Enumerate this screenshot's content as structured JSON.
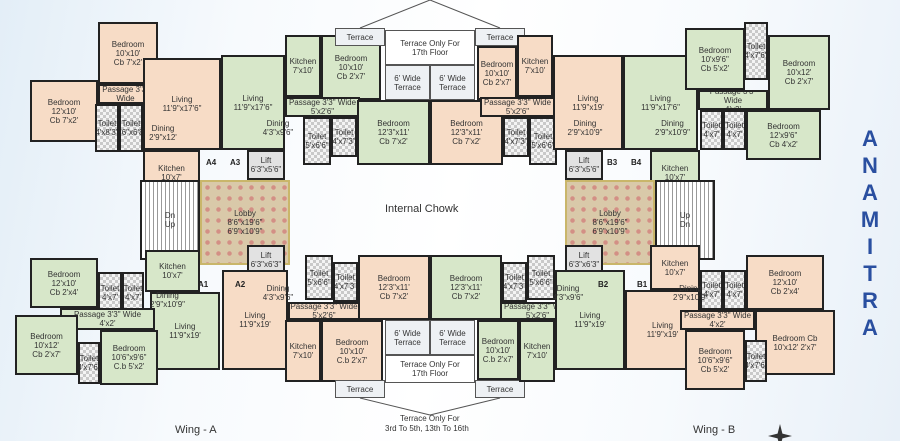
{
  "rooms": [
    {
      "label": "Bedroom",
      "size": "10'x10'",
      "extra": "Cb 7'x2'",
      "tone": "peach"
    },
    {
      "label": "Bedroom",
      "size": "12'x10'",
      "extra": "Cb 7'x2'",
      "tone": "peach"
    },
    {
      "label": "Passage 3'3\" Wide",
      "size": "",
      "extra": "",
      "tone": "peach"
    },
    {
      "label": "Toilet",
      "size": "4'x8'3\"",
      "extra": "",
      "tone": "toilet"
    },
    {
      "label": "Toilet",
      "size": "4'6\"x6'8\"",
      "extra": "",
      "tone": "toilet"
    },
    {
      "label": "Living",
      "size": "11'9\"x17'6\"",
      "extra": "",
      "tone": "peach"
    },
    {
      "label": "Dining",
      "size": "2'9\"x12'",
      "extra": "",
      "tone": "none"
    },
    {
      "label": "Kitchen",
      "size": "10'x7'",
      "extra": "",
      "tone": "peach"
    },
    {
      "label": "Living",
      "size": "11'9\"x17'6\"",
      "extra": "",
      "tone": "green"
    },
    {
      "label": "Dining",
      "size": "4'3\"x9'6\"",
      "extra": "",
      "tone": "none"
    },
    {
      "label": "Kitchen",
      "size": "7'x10'",
      "extra": "",
      "tone": "green"
    },
    {
      "label": "Bedroom",
      "size": "10'x10'",
      "extra": "Cb 2'x7'",
      "tone": "green"
    },
    {
      "label": "Passage 3'3\" Wide",
      "size": "5'x2'6\"",
      "extra": "",
      "tone": "green"
    },
    {
      "label": "Toilet",
      "size": "5'x6'6\"",
      "extra": "",
      "tone": "toilet"
    },
    {
      "label": "Toilet",
      "size": "4'x7'3\"",
      "extra": "",
      "tone": "toilet"
    },
    {
      "label": "Bedroom",
      "size": "12'3\"x11'",
      "extra": "Cb 7'x2'",
      "tone": "green"
    },
    {
      "label": "Terrace",
      "size": "",
      "extra": "",
      "tone": "terrace"
    },
    {
      "label": "Terrace Only For",
      "size": "17th Floor",
      "extra": "",
      "tone": "white"
    },
    {
      "label": "6' Wide",
      "size": "Terrace",
      "extra": "",
      "tone": "terrace"
    },
    {
      "label": "6' Wide",
      "size": "Terrace",
      "extra": "",
      "tone": "terrace"
    },
    {
      "label": "Terrace",
      "size": "",
      "extra": "",
      "tone": "terrace"
    },
    {
      "label": "Bedroom",
      "size": "12'3\"x11'",
      "extra": "Cb 7'x2'",
      "tone": "peach"
    },
    {
      "label": "Bedroom",
      "size": "10'x10'",
      "extra": "Cb 2'x7'",
      "tone": "peach"
    },
    {
      "label": "Kitchen",
      "size": "7'x10'",
      "extra": "",
      "tone": "peach"
    },
    {
      "label": "Passage 3'3\" Wide",
      "size": "5'x2'6\"",
      "extra": "",
      "tone": "peach"
    },
    {
      "label": "Toilet",
      "size": "4'x7'3\"",
      "extra": "",
      "tone": "toilet"
    },
    {
      "label": "Toilet",
      "size": "5'x6'6\"",
      "extra": "",
      "tone": "toilet"
    },
    {
      "label": "Living",
      "size": "11'9\"x19'",
      "extra": "",
      "tone": "peach"
    },
    {
      "label": "Dining",
      "size": "2'9\"x10'9\"",
      "extra": "",
      "tone": "none"
    },
    {
      "label": "Living",
      "size": "11'9\"x17'6\"",
      "extra": "",
      "tone": "green"
    },
    {
      "label": "Dining",
      "size": "2'9\"x10'9\"",
      "extra": "",
      "tone": "none"
    },
    {
      "label": "Kitchen",
      "size": "10'x7'",
      "extra": "",
      "tone": "green"
    },
    {
      "label": "Bedroom",
      "size": "10'x9'6\"",
      "extra": "Cb 5'x2'",
      "tone": "green"
    },
    {
      "label": "Toilet",
      "size": "4'x7'6\"",
      "extra": "",
      "tone": "toilet"
    },
    {
      "label": "Bedroom",
      "size": "10'x12'",
      "extra": "Cb 2'x7'",
      "tone": "green"
    },
    {
      "label": "Passage 3'3\" Wide",
      "size": "4'x2'",
      "extra": "",
      "tone": "green"
    },
    {
      "label": "Toilet",
      "size": "4'x7'",
      "extra": "",
      "tone": "toilet"
    },
    {
      "label": "Toilet",
      "size": "4'x7'",
      "extra": "",
      "tone": "toilet"
    },
    {
      "label": "Bedroom",
      "size": "12'x9'6\"",
      "extra": "Cb 4'x2'",
      "tone": "green"
    },
    {
      "label": "Lift",
      "size": "6'3\"x5'6\"",
      "extra": "",
      "tone": "lift"
    },
    {
      "label": "Lobby",
      "size": "8'6\"x19'6\"",
      "extra": "6'9\"x10'9\"",
      "tone": "lobby"
    },
    {
      "label": "Lift",
      "size": "6'3\"x6'3\"",
      "extra": "",
      "tone": "lift"
    },
    {
      "label": "Dn",
      "size": "Up",
      "extra": "",
      "tone": "stair"
    },
    {
      "label": "Lift",
      "size": "6'3\"x5'6\"",
      "extra": "",
      "tone": "lift"
    },
    {
      "label": "Lobby",
      "size": "8'6\"x19'6\"",
      "extra": "6'9\"x10'9\"",
      "tone": "lobby"
    },
    {
      "label": "Lift",
      "size": "6'3\"x6'3\"",
      "extra": "",
      "tone": "lift"
    },
    {
      "label": "Up",
      "size": "Dn",
      "extra": "",
      "tone": "stair"
    },
    {
      "label": "Kitchen",
      "size": "10'x7'",
      "extra": "",
      "tone": "green"
    },
    {
      "label": "Living",
      "size": "11'9\"x19'",
      "extra": "",
      "tone": "green"
    },
    {
      "label": "Dining",
      "size": "2'9\"x10'9\"",
      "extra": "",
      "tone": "none"
    },
    {
      "label": "Bedroom",
      "size": "12'x10'",
      "extra": "Cb 2'x4'",
      "tone": "green"
    },
    {
      "label": "Toilet",
      "size": "4'x7'",
      "extra": "",
      "tone": "toilet"
    },
    {
      "label": "Toilet",
      "size": "4'x7'",
      "extra": "",
      "tone": "toilet"
    },
    {
      "label": "Passage 3'3\" Wide",
      "size": "4'x2'",
      "extra": "",
      "tone": "green"
    },
    {
      "label": "Bedroom",
      "size": "10'x12'",
      "extra": "Cb 2'x7'",
      "tone": "green"
    },
    {
      "label": "Toilet",
      "size": "4'x7'6\"",
      "extra": "",
      "tone": "toilet"
    },
    {
      "label": "Bedroom",
      "size": "10'6\"x9'6\"",
      "extra": "C.b 5'x2'",
      "tone": "green"
    },
    {
      "label": "Living",
      "size": "11'9\"x19'",
      "extra": "",
      "tone": "peach"
    },
    {
      "label": "Dining",
      "size": "4'3\"x9'6\"",
      "extra": "",
      "tone": "none"
    },
    {
      "label": "Toilet",
      "size": "5'x6'6\"",
      "extra": "",
      "tone": "toilet"
    },
    {
      "label": "Toilet",
      "size": "4'x7'3\"",
      "extra": "",
      "tone": "toilet"
    },
    {
      "label": "Passage 3'3\" Wide",
      "size": "5'x2'6\"",
      "extra": "",
      "tone": "peach"
    },
    {
      "label": "Kitchen",
      "size": "7'x10'",
      "extra": "",
      "tone": "peach"
    },
    {
      "label": "Bedroom",
      "size": "10'x10'",
      "extra": "C.b 2'x7'",
      "tone": "peach"
    },
    {
      "label": "Bedroom",
      "size": "12'3\"x11'",
      "extra": "Cb 7'x2'",
      "tone": "peach"
    },
    {
      "label": "6' Wide",
      "size": "Terrace",
      "extra": "",
      "tone": "terrace"
    },
    {
      "label": "6' Wide",
      "size": "Terrace",
      "extra": "",
      "tone": "terrace"
    },
    {
      "label": "Terrace Only For",
      "size": "17th Floor",
      "extra": "",
      "tone": "white"
    },
    {
      "label": "Terrace",
      "size": "",
      "extra": "",
      "tone": "terrace"
    },
    {
      "label": "Terrace",
      "size": "",
      "extra": "",
      "tone": "terrace"
    },
    {
      "label": "Bedroom",
      "size": "12'3\"x11'",
      "extra": "Cb 7'x2'",
      "tone": "green"
    },
    {
      "label": "Toilet",
      "size": "4'x7'3\"",
      "extra": "",
      "tone": "toilet"
    },
    {
      "label": "Toilet",
      "size": "5'x6'6\"",
      "extra": "",
      "tone": "toilet"
    },
    {
      "label": "Dining",
      "size": "4'3\"x9'6\"",
      "extra": "",
      "tone": "none"
    },
    {
      "label": "Passage 3'3\" Wide",
      "size": "5'x2'6\"",
      "extra": "",
      "tone": "green"
    },
    {
      "label": "Living",
      "size": "11'9\"x19'",
      "extra": "",
      "tone": "green"
    },
    {
      "label": "Bedroom",
      "size": "10'x10'",
      "extra": "C.b 2'x7'",
      "tone": "green"
    },
    {
      "label": "Kitchen",
      "size": "7'x10'",
      "extra": "",
      "tone": "green"
    },
    {
      "label": "Kitchen",
      "size": "10'x7'",
      "extra": "",
      "tone": "peach"
    },
    {
      "label": "Dining",
      "size": "2'9\"x10'9\"",
      "extra": "",
      "tone": "none"
    },
    {
      "label": "Living",
      "size": "11'9\"x19'",
      "extra": "",
      "tone": "peach"
    },
    {
      "label": "Toilet",
      "size": "4'x7'",
      "extra": "",
      "tone": "toilet"
    },
    {
      "label": "Toilet",
      "size": "4'x7'",
      "extra": "",
      "tone": "toilet"
    },
    {
      "label": "Bedroom",
      "size": "12'x10'",
      "extra": "Cb 2'x4'",
      "tone": "peach"
    },
    {
      "label": "Passage 3'3\" Wide",
      "size": "4'x2'",
      "extra": "",
      "tone": "peach"
    },
    {
      "label": "Bedroom Cb",
      "size": "10'x12' 2'x7'",
      "extra": "",
      "tone": "peach"
    },
    {
      "label": "Bedroom",
      "size": "10'6\"x9'6\"",
      "extra": "Cb 5'x2'",
      "tone": "peach"
    },
    {
      "label": "Toilet",
      "size": "4'x7'6\"",
      "extra": "",
      "tone": "toilet"
    }
  ],
  "flat_tags": [
    "A4",
    "A3",
    "A1",
    "A2",
    "B3",
    "B4",
    "B2",
    "B1"
  ],
  "labels": {
    "internal_chowk": "Internal Chowk",
    "wing_a": "Wing - A",
    "wing_b": "Wing - B",
    "bottom_terrace_note_1": "Terrace Only For",
    "bottom_terrace_note_2": "3rd To 5th, 13th To 16th"
  },
  "brand": {
    "name": "ANAMITRA",
    "color": "#2a4fa0"
  },
  "colors": {
    "peach": "#f7dcc6",
    "green": "#d7e7c9",
    "wall": "#222222"
  }
}
